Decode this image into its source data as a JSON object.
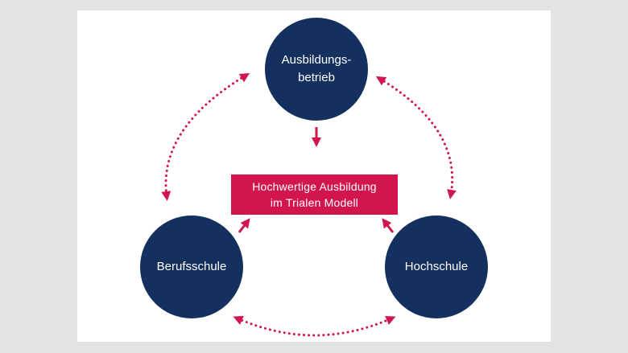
{
  "diagram": {
    "nodes": {
      "top": "Ausbildungs-\nbetrieb",
      "left": "Berufsschule",
      "right": "Hochschule"
    },
    "center": "Hochwertige Ausbildung\nim Trialen Modell"
  },
  "colors": {
    "background": "#e2e3e5",
    "card": "#ffffff",
    "node": "#14305f",
    "accent": "#d3154d"
  }
}
